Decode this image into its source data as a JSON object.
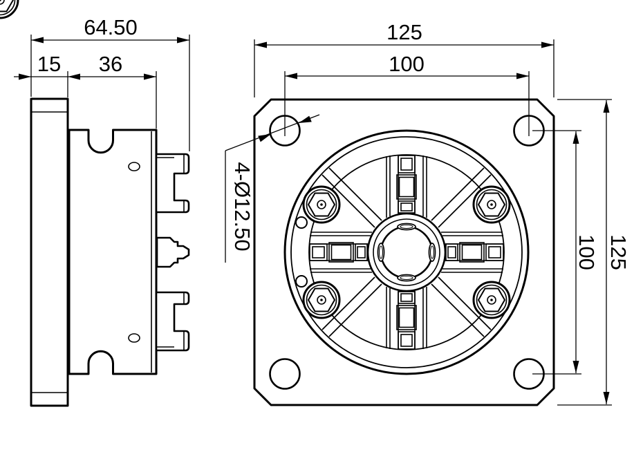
{
  "drawing": {
    "type": "technical-drawing",
    "side_view": {
      "dims": {
        "overall_depth": "64.50",
        "flange_thickness": "15",
        "body_depth": "36"
      }
    },
    "front_view": {
      "dims": {
        "plate_width": "125",
        "hole_spacing_horizontal": "100",
        "hole_spacing_vertical": "100",
        "plate_height": "125",
        "corner_holes_callout": "4-Ø12.50"
      }
    },
    "colors": {
      "line": "#000000",
      "background": "#ffffff"
    }
  }
}
